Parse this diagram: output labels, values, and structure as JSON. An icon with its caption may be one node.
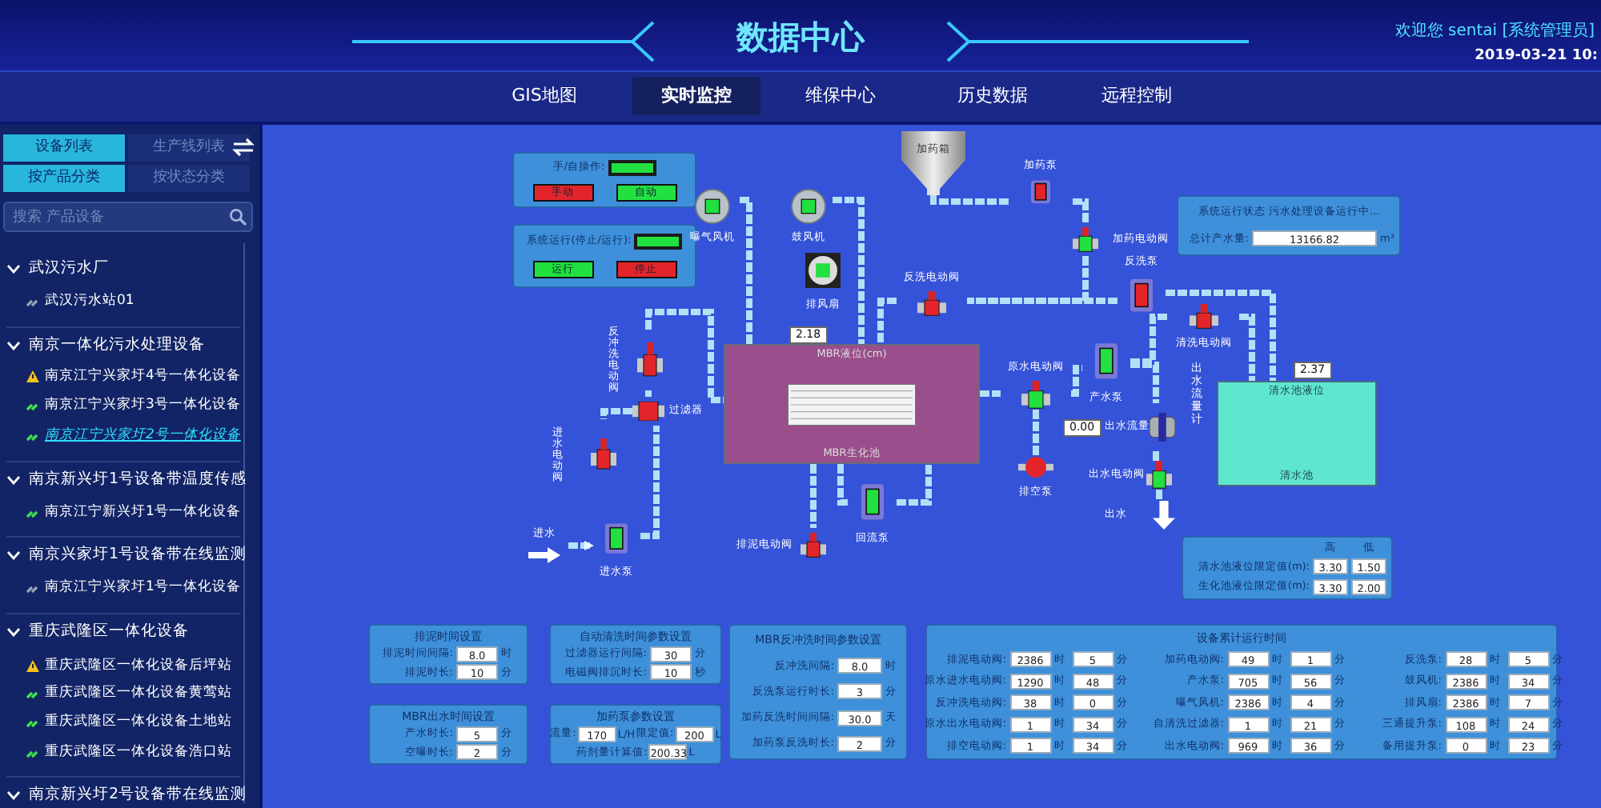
{
  "diagram": {
    "title": "数据中心",
    "nodes": [
      {
        "text": [
          "手/自操作:",
          "手动",
          "自动"
        ]
      },
      {
        "text": [
          "系统运行(停止/运行):",
          "运行",
          "停止"
        ]
      },
      {
        "text": [
          "系统运行状态",
          "污水处理设备运行中...",
          "总计产水量:",
          "13166.82",
          "m³"
        ]
      },
      {
        "text": [
          "高",
          "低",
          "清水池液位限定值(m):",
          "3.30",
          "1.50",
          "生化池液位限定值(m):",
          "3.30",
          "2.00"
        ]
      },
      {
        "text": [
          "排泥时间设置",
          "排泥时间间隔:",
          "8.0",
          "时",
          "排泥时长:",
          "10",
          "分"
        ]
      },
      {
        "text": [
          "MBR出水时间设置",
          "产水时长:",
          "5",
          "分",
          "空曝时长:",
          "2",
          "分"
        ]
      },
      {
        "text": [
          "自动清洗时间参数设置",
          "过滤器运行间隔:",
          "30",
          "分",
          "电磁阀排沉时长:",
          "10",
          "秒"
        ]
      },
      {
        "text": [
          "加药泵参数设置",
          "流量:",
          "170",
          "L/H",
          "限定值:",
          "200",
          "L",
          "药剂量计算值:",
          "200.33",
          "L"
        ]
      },
      {
        "text": [
          "MBR反冲洗时间参数设置",
          "反冲洗间隔:",
          "8.0",
          "时",
          "反洗泵运行时长:",
          "3",
          "分",
          "加药反洗时间间隔:",
          "30.0",
          "天",
          "加药泵反洗时长:",
          "2",
          "分"
        ]
      },
      {
        "text": [
          "设备累计运行时间",
          "排泥电动阀:",
          "2386",
          "时",
          "5",
          "分",
          "加药电动阀:",
          "49",
          "时",
          "1",
          "分",
          "反洗泵:",
          "28",
          "时",
          "5",
          "分",
          "原水进水电动阀:",
          "1290",
          "时",
          "48",
          "分",
          "产水泵:",
          "705",
          "时",
          "56",
          "分",
          "鼓风机:",
          "2386",
          "时",
          "34",
          "分",
          "反冲洗电动阀:",
          "38",
          "时",
          "0",
          "分",
          "曝气风机:",
          "2386",
          "时",
          "4",
          "分",
          "排风扇:",
          "2386",
          "时",
          "7",
          "分",
          "原水出水电动阀:",
          "1",
          "时",
          "34",
          "分",
          "自清洗过滤器:",
          "1",
          "时",
          "21",
          "分",
          "三通提升泵:",
          "108",
          "时",
          "24",
          "分",
          "排空电动阀:",
          "1",
          "时",
          "34",
          "分",
          "出水电动阀:",
          "969",
          "时",
          "36",
          "分",
          "备用提升泵:",
          "0",
          "时",
          "23",
          "分"
        ]
      },
      {
        "text": [
          "加药箱"
        ]
      },
      {
        "text": [
          "加药泵"
        ]
      },
      {
        "text": [
          "加药电动阀"
        ]
      },
      {
        "text": [
          "曝气风机"
        ]
      },
      {
        "text": [
          "鼓风机"
        ]
      },
      {
        "text": [
          "排风扇"
        ]
      },
      {
        "text": [
          "MBR液位(cm)",
          "MBR生化池"
        ],
        "beside": [
          "2.18"
        ]
      },
      {
        "text": [
          "反冲洗电动阀"
        ]
      },
      {
        "text": [
          "过滤器"
        ]
      },
      {
        "text": [
          "进水电动阀"
        ]
      },
      {
        "text": [
          "进水泵"
        ]
      },
      {
        "text": [
          "进水"
        ]
      },
      {
        "text": [
          "排泥电动阀"
        ]
      },
      {
        "text": [
          "回流泵"
        ]
      },
      {
        "text": [
          "反洗电动阀"
        ]
      },
      {
        "text": [
          "反洗泵"
        ]
      },
      {
        "text": [
          "原水电动阀"
        ]
      },
      {
        "text": [
          "产水泵"
        ]
      },
      {
        "text": [
          "排空泵"
        ]
      },
      {
        "text": [
          "清洗电动阀"
        ]
      },
      {
        "text": [
          "出水流量"
        ]
      },
      {
        "text": [
          "出水电动阀"
        ]
      },
      {
        "text": [
          "出水"
        ]
      },
      {
        "text": [
          "清水池液位",
          "清水池"
        ],
        "beside": [
          "2.37"
        ]
      }
    ],
    "edges": [
      {
        "from": 21,
        "to": 20,
        "arrow": "to"
      },
      {
        "from": 20,
        "to": 18,
        "arrow": "none"
      },
      {
        "from": 18,
        "to": 19,
        "arrow": "none"
      },
      {
        "from": 18,
        "to": 17,
        "arrow": "none"
      },
      {
        "from": 17,
        "to": 16,
        "arrow": "none"
      },
      {
        "from": 13,
        "to": 16,
        "arrow": "none"
      },
      {
        "from": 14,
        "to": 16,
        "arrow": "none"
      },
      {
        "from": 16,
        "to": 22,
        "arrow": "none"
      },
      {
        "from": 16,
        "to": 23,
        "arrow": "none"
      },
      {
        "from": 23,
        "to": 16,
        "arrow": "none"
      },
      {
        "from": 10,
        "to": 11,
        "arrow": "none"
      },
      {
        "from": 11,
        "to": 12,
        "arrow": "none"
      },
      {
        "from": 12,
        "to": 24,
        "arrow": "none"
      },
      {
        "from": 25,
        "to": 24,
        "arrow": "none"
      },
      {
        "from": 24,
        "to": 16,
        "arrow": "none"
      },
      {
        "from": 25,
        "to": 33,
        "arrow": "none"
      },
      {
        "from": 16,
        "to": 26,
        "arrow": "none"
      },
      {
        "from": 26,
        "to": 28,
        "arrow": "none"
      },
      {
        "from": 26,
        "to": 27,
        "arrow": "none"
      },
      {
        "from": 27,
        "to": 29,
        "arrow": "none"
      },
      {
        "from": 29,
        "to": 33,
        "arrow": "none"
      },
      {
        "from": 27,
        "to": 30,
        "arrow": "none"
      },
      {
        "from": 30,
        "to": 31,
        "arrow": "none"
      },
      {
        "from": 31,
        "to": 32,
        "arrow": "none"
      }
    ],
    "labels": [
      "欢迎您 sentai [系统管理员]",
      "2019-03-21 10:",
      "GIS地图",
      "实时监控",
      "维保中心",
      "历史数据",
      "远程控制",
      "设备列表",
      "生产线列表",
      "按产品分类",
      "按状态分类",
      "搜索 产品设备",
      "武汉污水厂",
      "武汉污水站01",
      "南京一体化污水处理设备",
      "南京江宁兴家圩4号一体化设备",
      "南京江宁兴家圩3号一体化设备",
      "南京江宁兴家圩2号一体化设备",
      "南京新兴圩1号设备带温度传感",
      "南京江宁新兴圩1号一体化设备",
      "南京兴家圩1号设备带在线监测",
      "南京江宁兴家圩1号一体化设备",
      "重庆武隆区一体化设备",
      "重庆武隆区一体化设备后坪站",
      "重庆武隆区一体化设备黄莺站",
      "重庆武隆区一体化设备土地站",
      "重庆武隆区一体化设备浩口站",
      "南京新兴圩2号设备带在线监测",
      "0.00",
      "出水流量计"
    ]
  }
}
